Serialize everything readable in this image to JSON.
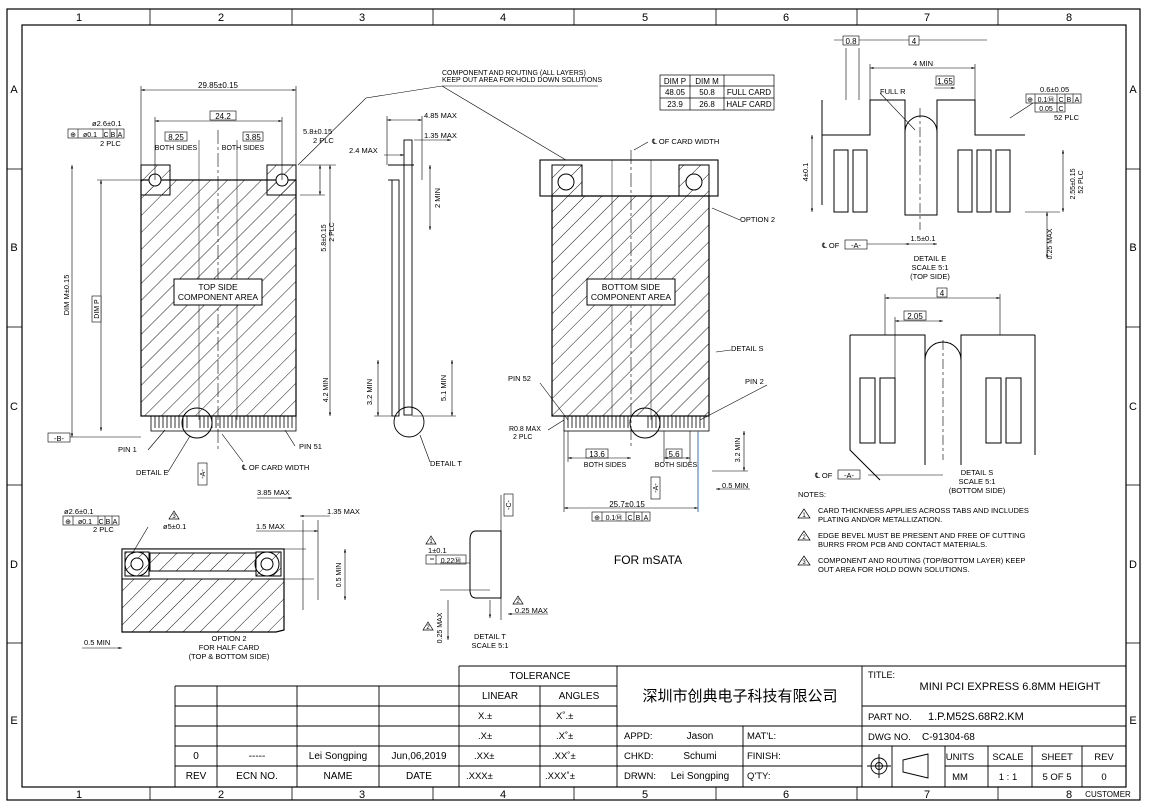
{
  "border": {
    "cols": [
      "1",
      "2",
      "3",
      "4",
      "5",
      "6",
      "7",
      "8"
    ],
    "rows": [
      "A",
      "B",
      "C",
      "D",
      "E"
    ],
    "customer": "CUSTOMER"
  },
  "top_view": {
    "overall_width": "29.85±0.15",
    "inner_width": "24.2",
    "left_offset": "8.25",
    "left_offset_note": "BOTH SIDES",
    "right_offset": "3.85",
    "right_offset_note": "BOTH SIDES",
    "hole_dia": "ø2.6±0.1",
    "hole_fcf": [
      "⊕",
      "ø0.1",
      "C",
      "B",
      "A"
    ],
    "hole_plc": "2 PLC",
    "right_dim": "5.8±0.15",
    "right_plc": "2 PLC",
    "side_dim": "5.8±0.15",
    "side_plc": "2 PLC",
    "area_line1": "TOP SIDE",
    "area_line2": "COMPONENT AREA",
    "dim_m": "DIM M±0.15",
    "dim_p": "DIM P",
    "datum_b": "-B-",
    "pin1": "PIN 1",
    "pin51": "PIN 51",
    "detail_e": "DETAIL E",
    "datum_a": "-A-",
    "centerline": "℄ OF CARD WIDTH",
    "min_4_2": "4.2 MIN"
  },
  "side_view": {
    "max_4_85": "4.85 MAX",
    "max_1_35": "1.35 MAX",
    "max_2_4": "2.4 MAX",
    "min_2": "2 MIN",
    "min_3_2": "3.2 MIN",
    "min_5_1": "5.1 MIN",
    "detail_t": "DETAIL T"
  },
  "note_leader": {
    "line1": "COMPONENT AND ROUTING (ALL LAYERS)",
    "line2": "KEEP OUT AREA FOR HOLD DOWN SOLUTIONS"
  },
  "dim_table": {
    "header": [
      "DIM P",
      "DIM M"
    ],
    "rows": [
      [
        "48.05",
        "50.8",
        "FULL CARD"
      ],
      [
        "23.9",
        "26.8",
        "HALF CARD"
      ]
    ]
  },
  "bottom_view": {
    "centerline": "℄ OF CARD WIDTH",
    "option2": "OPTION 2",
    "area_line1": "BOTTOM SIDE",
    "area_line2": "COMPONENT AREA",
    "detail_s": "DETAIL S",
    "pin52": "PIN 52",
    "pin2": "PIN 2",
    "r_max": "R0.8 MAX",
    "r_plc": "2 PLC",
    "d13_6": "13.6",
    "d13_6_note": "BOTH SIDES",
    "d5_6": "5.6",
    "d5_6_note": "BOTH SIDES",
    "min_3_2": "3.2 MIN",
    "width": "25.7±0.15",
    "width_fcf": [
      "⊕",
      "0.1Ⓜ",
      "C",
      "B",
      "A"
    ],
    "min_0_5": "0.5 MIN",
    "datum_a": "-A-",
    "for_msata": "FOR mSATA"
  },
  "detail_e": {
    "d0_8": "0.8",
    "d4": "4",
    "d4min": "4 MIN",
    "d1_65": "1.65",
    "full_r": "FULL R",
    "d06": "0.6±0.05",
    "fcf1": [
      "⊕",
      "0.1Ⓜ",
      "C",
      "B",
      "A"
    ],
    "fcf2": [
      "0.05",
      "C"
    ],
    "plc": "52 PLC",
    "d4_0_1": "4±0.1",
    "d2_55": "2.55±0.15",
    "d2_55_plc": "52 PLC",
    "d1_5": "1.5±0.1",
    "datum": "℄ OF",
    "datum_a": "-A-",
    "d025": "0.25 MAX",
    "title1": "DETAIL E",
    "title2": "SCALE 5:1",
    "title3": "(TOP SIDE)"
  },
  "detail_s": {
    "d4": "4",
    "d2_05": "2.05",
    "datum": "℄ OF",
    "datum_a": "-A-",
    "title1": "DETAIL S",
    "title2": "SCALE 5:1",
    "title3": "(BOTTOM SIDE)"
  },
  "notes": {
    "heading": "NOTES:",
    "items": [
      {
        "num": "1",
        "l1": "CARD THICKNESS APPLIES ACROSS TABS AND INCLUDES",
        "l2": "PLATING AND/OR METALLIZATION."
      },
      {
        "num": "2",
        "l1": "EDGE BEVEL MUST BE PRESENT AND FREE OF CUTTING",
        "l2": "BURRS FROM PCB AND CONTACT MATERIALS."
      },
      {
        "num": "3",
        "l1": "COMPONENT AND ROUTING (TOP/BOTTOM LAYER) KEEP",
        "l2": "OUT AREA FOR HOLD DOWN SOLUTIONS."
      }
    ]
  },
  "option2_view": {
    "hole_dia": "ø2.6±0.1",
    "hole_fcf": [
      "⊕",
      "ø0.1",
      "C",
      "B",
      "A"
    ],
    "hole_plc": "2 PLC",
    "d5": "ø5±0.1",
    "max_3_85": "3.85 MAX",
    "max_1_35": "1.35 MAX",
    "max_1_5": "1.5 MAX",
    "min_0_5": "0.5 MIN",
    "min_0_5b": "0.5 MIN",
    "title1": "OPTION 2",
    "title2": "FOR HALF CARD",
    "title3": "(TOP & BOTTOM SIDE)"
  },
  "detail_t": {
    "d1": "1±0.1",
    "fcf": "0.22Ⓜ",
    "d025a": "0.25 MAX",
    "d025b": "0.25 MAX",
    "datum_c": "-C-",
    "title1": "DETAIL T",
    "title2": "SCALE 5:1"
  },
  "title_block": {
    "tolerance": "TOLERANCE",
    "linear": "LINEAR",
    "angles": "ANGLES",
    "lin": [
      "X.±",
      ".X±",
      ".XX±",
      ".XXX±"
    ],
    "ang": [
      "X˚.±",
      ".X˚±",
      ".XX˚±",
      ".XXX˚±"
    ],
    "company": "深圳市创典电子科技有限公司",
    "rev_row": {
      "rev": "0",
      "ecn": "-----",
      "name": "Lei Songping",
      "date": "Jun,06,2019"
    },
    "hdr": {
      "rev": "REV",
      "ecn": "ECN NO.",
      "name": "NAME",
      "date": "DATE"
    },
    "appd_label": "APPD:",
    "appd": "Jason",
    "chkd_label": "CHKD:",
    "chkd": "Schumi",
    "drwn_label": "DRWN:",
    "drwn": "Lei Songping",
    "mat_label": "MAT'L:",
    "finish_label": "FINISH:",
    "qty_label": "Q'TY:",
    "title_label": "TITLE:",
    "title": "MINI PCI EXPRESS 6.8MM HEIGHT",
    "part_label": "PART NO.",
    "part": "1.P.M52S.68R2.KM",
    "dwg_label": "DWG NO.",
    "dwg": "C-91304-68",
    "units_label": "UNITS",
    "units": "MM",
    "scale_label": "SCALE",
    "scale": "1 : 1",
    "sheet_label": "SHEET",
    "sheet": "5 OF 5",
    "rev_label": "REV",
    "rev": "0"
  }
}
